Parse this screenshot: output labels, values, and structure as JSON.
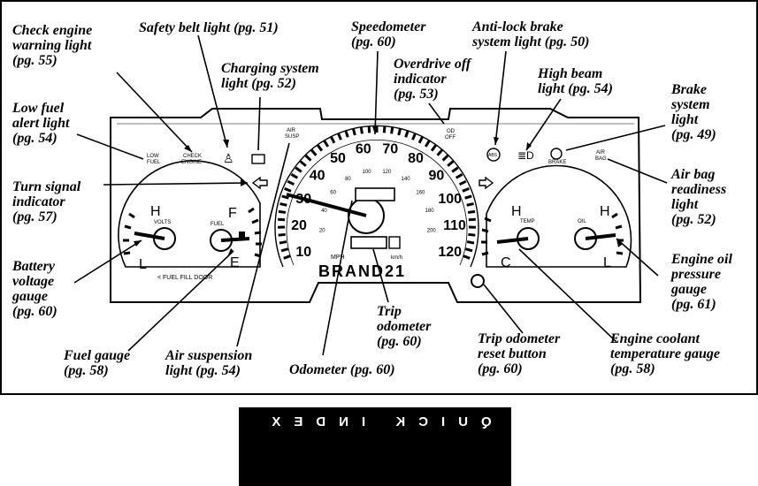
{
  "callouts": {
    "check_engine": "Check engine\nwarning light\n(pg. 55)",
    "safety_belt": "Safety belt light (pg. 51)",
    "speedometer": "Speedometer\n(pg. 60)",
    "antilock": "Anti-lock brake\nsystem light (pg. 50)",
    "charging": "Charging system\nlight (pg. 52)",
    "overdrive": "Overdrive off\nindicator\n(pg. 53)",
    "high_beam": "High beam\nlight (pg. 54)",
    "low_fuel": "Low fuel\nalert light\n(pg. 54)",
    "brake": "Brake\nsystem\nlight\n(pg. 49)",
    "turn_signal": "Turn signal\nindicator\n(pg. 57)",
    "air_bag": "Air bag\nreadiness\nlight\n(pg. 52)",
    "battery": "Battery\nvoltage\ngauge\n(pg. 60)",
    "engine_oil": "Engine oil\npressure\ngauge\n(pg. 61)",
    "trip_odometer": "Trip\nodometer\n(pg. 60)",
    "fuel_gauge": "Fuel gauge\n(pg. 58)",
    "air_suspension": "Air suspension\nlight (pg. 54)",
    "odometer": "Odometer (pg. 60)",
    "trip_reset": "Trip odometer\nreset button\n(pg. 60)",
    "coolant": "Engine coolant\ntemperature gauge\n(pg. 58)"
  },
  "panel": {
    "low_fuel_label_1": "LOW",
    "low_fuel_label_2": "FUEL",
    "check_engine_label_1": "CHECK",
    "check_engine_label_2": "ENGINE",
    "air_susp_label_1": "AIR",
    "air_susp_label_2": "SUSP",
    "od_label_1": "OD",
    "od_label_2": "OFF",
    "abs_label": "ABS",
    "brake_label": "BRAKE",
    "airbag_label_1": "AIR",
    "airbag_label_2": "BAG",
    "volts_label": "VOLTS",
    "fuel_label": "FUEL",
    "temp_label": "TEMP",
    "oil_label": "OIL",
    "h_label": "H",
    "l_label": "L",
    "f_label": "F",
    "e_label": "E",
    "c_label": "C",
    "fuel_door_label": "< FUEL FILL DOOR",
    "mph_label": "MPH",
    "kmh_label": "km/h",
    "brand_label": "BRAND21",
    "speed_mph": [
      "10",
      "20",
      "30",
      "40",
      "50",
      "60",
      "70",
      "80",
      "90",
      "100",
      "110",
      "120"
    ],
    "speed_kmh": [
      "20",
      "40",
      "60",
      "80",
      "100",
      "120",
      "140",
      "160",
      "180",
      "200"
    ]
  },
  "index_tab": {
    "label": "QUICK INDEX"
  }
}
